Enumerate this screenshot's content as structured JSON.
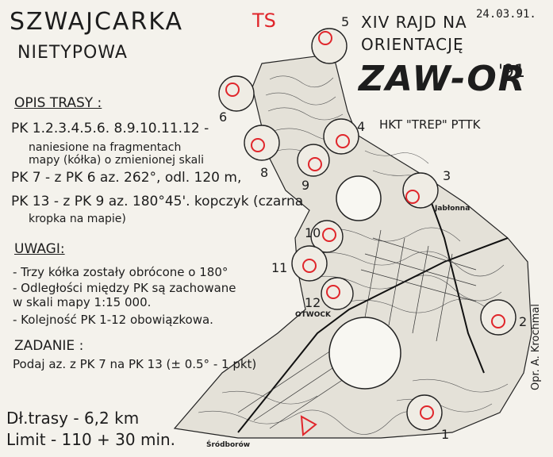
{
  "header": {
    "title": "SZWAJCARKA",
    "subtitle": "NIETYPOWA",
    "marker": "TS",
    "rally_line1": "XIV RAJD NA",
    "rally_line2": "ORIENTACJĘ",
    "event": "ZAW-OR",
    "year": "'91",
    "date": "24.03.91.",
    "organizer": "HKT \"TREP\" PTTK"
  },
  "route": {
    "heading": "OPIS TRASY :",
    "line1": "PK 1.2.3.4.5.6. 8.9.10.11.12 -",
    "line1_cont1": "naniesione na fragmentach",
    "line1_cont2": "mapy (kółka) o zmienionej skali",
    "line2": "PK 7 - z PK 6 az. 262°, odl. 120 m,",
    "line3": "PK 13 - z PK 9 az. 180°45'. kopczyk (czarna",
    "line3_cont": "kropka na mapie)"
  },
  "notes": {
    "heading": "UWAGI:",
    "items": [
      "- Trzy kółka zostały obrócone o 180°",
      "- Odległości między PK są zachowane",
      "  w skali mapy 1:15 000.",
      "- Kolejność PK 1-12 obowiązkowa."
    ]
  },
  "task": {
    "heading": "ZADANIE :",
    "text": "Podaj az. z PK 7 na PK 13 (± 0.5° - 1 pkt)"
  },
  "footer": {
    "length": "Dł.trasy - 6,2 km",
    "limit": "Limit - 110 + 30 min."
  },
  "author": "Opr. A. Krochmal",
  "map": {
    "places": [
      "Jabłonna",
      "OTWOCK",
      "Śródborów"
    ],
    "checkpoints": [
      "1",
      "2",
      "3",
      "4",
      "5",
      "6",
      "8",
      "9",
      "10",
      "11",
      "12"
    ],
    "ink_color": "#e0262b",
    "print_color": "#1d1d1d"
  }
}
